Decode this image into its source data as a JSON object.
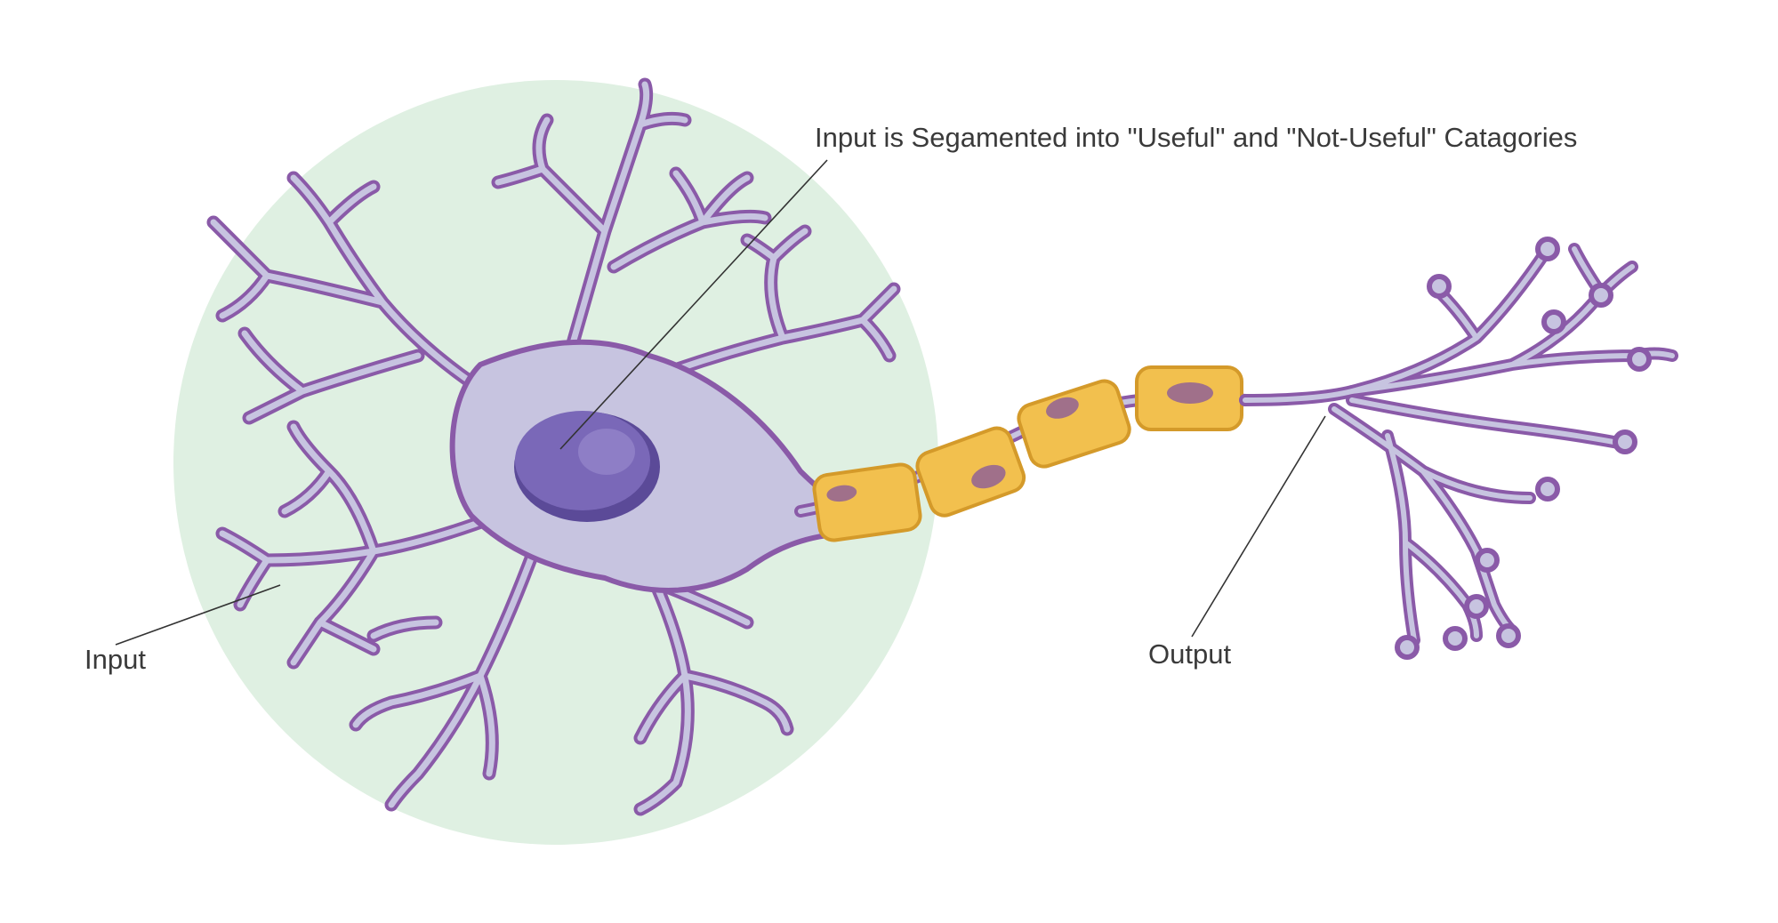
{
  "diagram": {
    "labels": {
      "segmented": "Input is Segamented into \"Useful\" and \"Not-Useful\" Catagories",
      "input": "Input",
      "output": "Output"
    },
    "colors": {
      "background": "#ffffff",
      "highlight_circle": "#dff0e2",
      "membrane_outline": "#8a5aa8",
      "cytoplasm": "#c7c4e0",
      "nucleus": "#6b5aa8",
      "myelin_sheath": "#f2c04e",
      "myelin_outline": "#d49a2a",
      "schwann_nucleus": "#a0708a",
      "leader_line": "#333333",
      "label_text": "#3a3a3a"
    }
  }
}
